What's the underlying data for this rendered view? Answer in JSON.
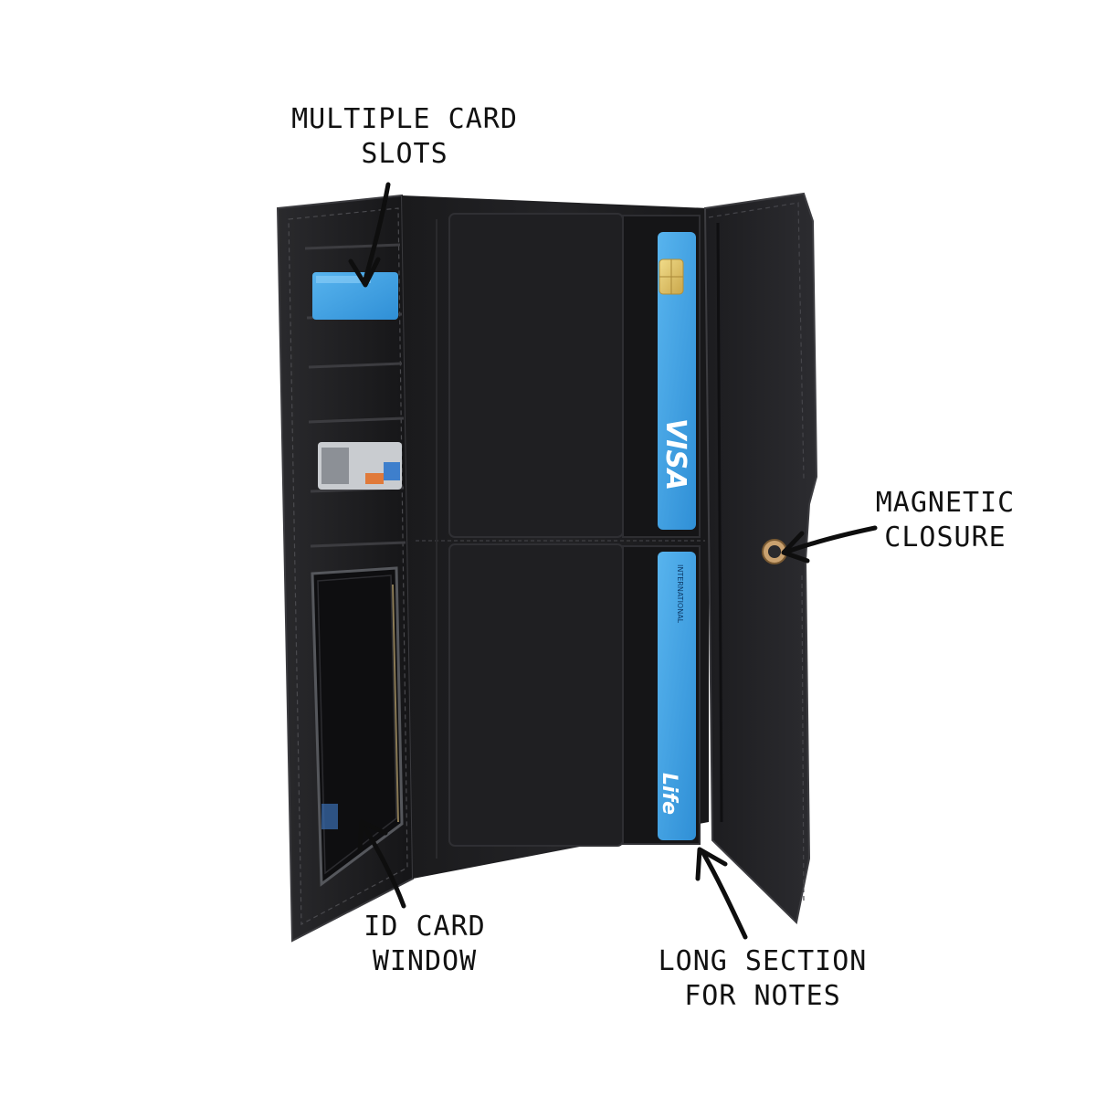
{
  "annotations": {
    "card_slots": {
      "line1": "MULTIPLE CARD",
      "line2": "SLOTS"
    },
    "magnetic_closure": {
      "line1": "MAGNETIC",
      "line2": "CLOSURE"
    },
    "id_window": {
      "line1": "ID CARD",
      "line2": "WINDOW"
    },
    "notes_section": {
      "line1": "LONG SECTION",
      "line2": "FOR NOTES"
    }
  },
  "cards": {
    "visa_brand": "VISA",
    "international": "INTERNATIONAL",
    "life": "Life"
  },
  "colors": {
    "wallet": "#1b1b1d",
    "wallet_edge": "#2e2e31",
    "card_blue": "#3d9ee0",
    "background": "#ffffff"
  }
}
